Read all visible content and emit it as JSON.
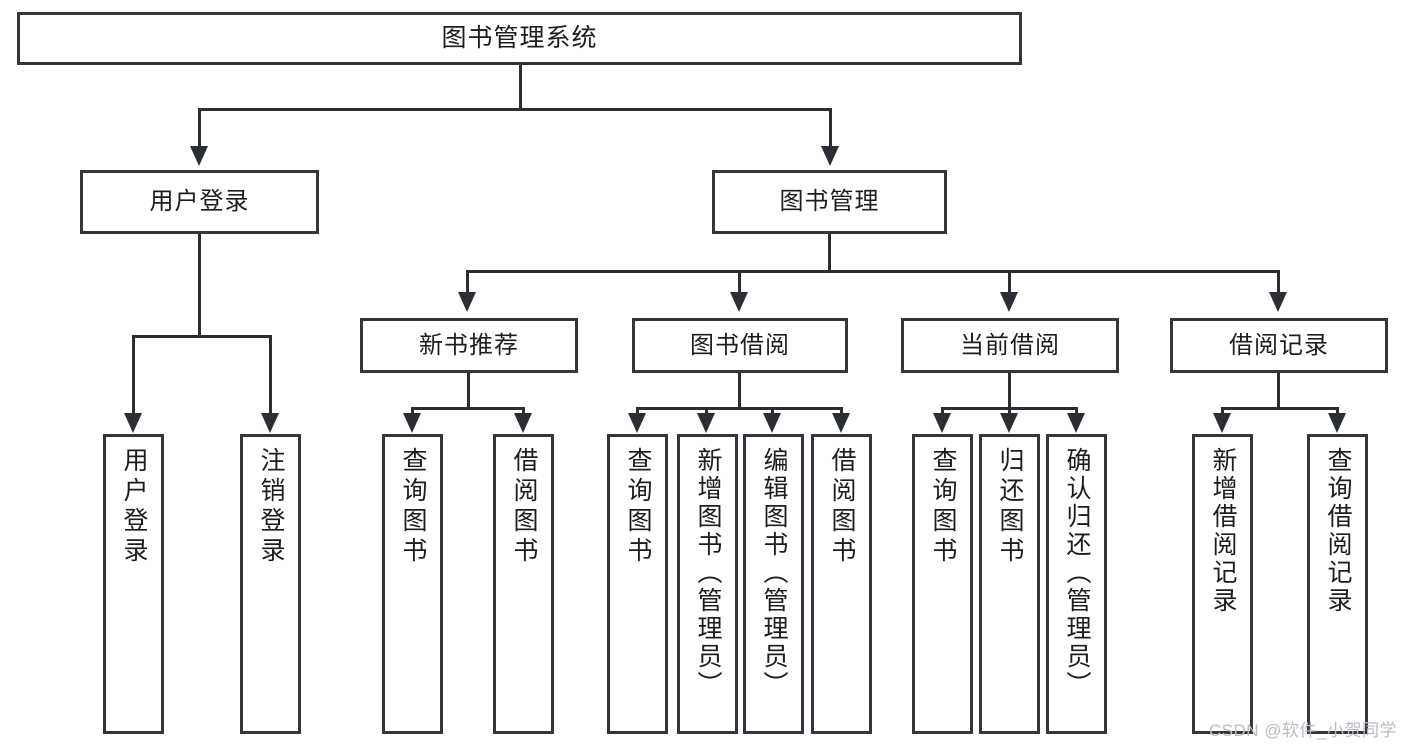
{
  "diagram": {
    "title": "图书管理系统",
    "type": "tree",
    "root": {
      "label": "图书管理系统"
    },
    "level2": [
      {
        "label": "用户登录"
      },
      {
        "label": "图书管理"
      }
    ],
    "level3": [
      {
        "label": "新书推荐"
      },
      {
        "label": "图书借阅"
      },
      {
        "label": "当前借阅"
      },
      {
        "label": "借阅记录"
      }
    ],
    "leaves_user_login": [
      {
        "label": "用户登录"
      },
      {
        "label": "注销登录"
      }
    ],
    "leaves_new_book": [
      {
        "label": "查询图书"
      },
      {
        "label": "借阅图书"
      }
    ],
    "leaves_borrow": [
      {
        "label": "查询图书"
      },
      {
        "label": "新增图书（管理员）"
      },
      {
        "label": "编辑图书（管理员）"
      },
      {
        "label": "借阅图书"
      }
    ],
    "leaves_current": [
      {
        "label": "查询图书"
      },
      {
        "label": "归还图书"
      },
      {
        "label": "确认归还（管理员）"
      }
    ],
    "leaves_records": [
      {
        "label": "新增借阅记录"
      },
      {
        "label": "查询借阅记录"
      }
    ]
  },
  "watermark": {
    "text": "CSDN @软件_小贺同学"
  },
  "colors": {
    "stroke": "#33373b",
    "background": "#ffffff",
    "text": "#1d1d1d",
    "watermark": "#b9bcc0"
  }
}
